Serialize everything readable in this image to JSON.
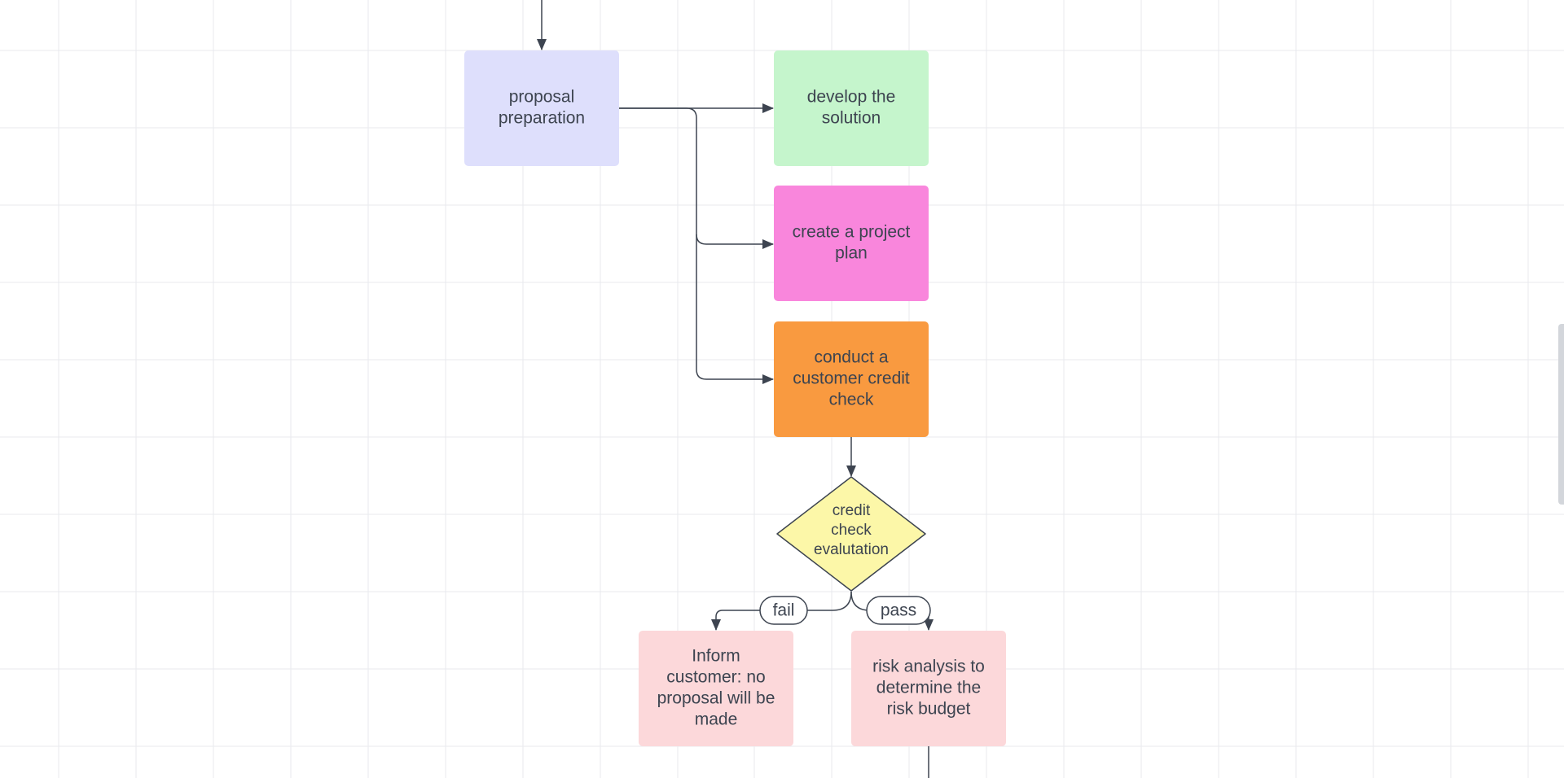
{
  "diagram": {
    "type": "flowchart",
    "nodes": [
      {
        "id": "proposal-preparation",
        "label": [
          "proposal",
          "preparation"
        ],
        "shape": "rect",
        "color": "#dedffc"
      },
      {
        "id": "develop-solution",
        "label": [
          "develop the",
          "solution"
        ],
        "shape": "rect",
        "color": "#c5f5cc"
      },
      {
        "id": "create-project-plan",
        "label": [
          "create a project",
          "plan"
        ],
        "shape": "rect",
        "color": "#f986dc"
      },
      {
        "id": "credit-check",
        "label": [
          "conduct a",
          "customer credit",
          "check"
        ],
        "shape": "rect",
        "color": "#f99a40"
      },
      {
        "id": "credit-evaluation",
        "label": [
          "credit",
          "check",
          "evalutation"
        ],
        "shape": "diamond",
        "color": "#fcf7a8"
      },
      {
        "id": "inform-customer",
        "label": [
          "Inform",
          "customer: no",
          "proposal will be",
          "made"
        ],
        "shape": "rect",
        "color": "#fcd8da"
      },
      {
        "id": "risk-analysis",
        "label": [
          "risk analysis to",
          "determine the",
          "risk budget"
        ],
        "shape": "rect",
        "color": "#fcd8da"
      }
    ],
    "edges": [
      {
        "from": "",
        "to": "proposal-preparation"
      },
      {
        "from": "proposal-preparation",
        "to": "develop-solution"
      },
      {
        "from": "proposal-preparation",
        "to": "create-project-plan"
      },
      {
        "from": "proposal-preparation",
        "to": "credit-check"
      },
      {
        "from": "credit-check",
        "to": "credit-evaluation"
      },
      {
        "from": "credit-evaluation",
        "to": "inform-customer",
        "label": "fail"
      },
      {
        "from": "credit-evaluation",
        "to": "risk-analysis",
        "label": "pass"
      },
      {
        "from": "risk-analysis",
        "to": ""
      }
    ]
  },
  "colors": {
    "grid": "#e8eaee",
    "edge": "#3d4450",
    "text": "#3d4450",
    "diamond_text": "#1f232a"
  }
}
